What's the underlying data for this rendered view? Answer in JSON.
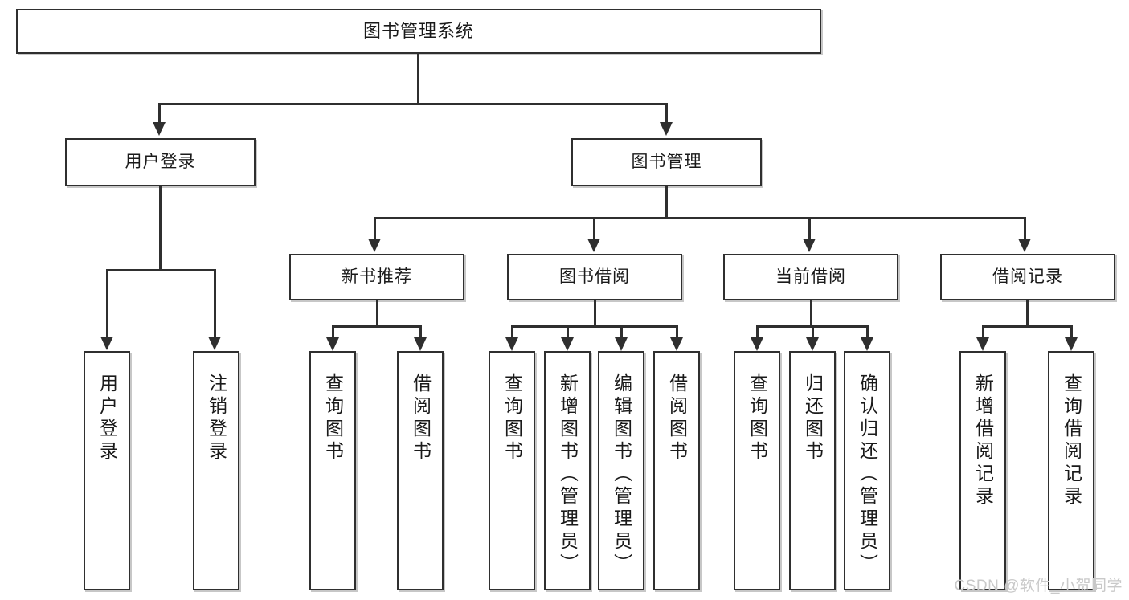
{
  "diagram": {
    "type": "tree",
    "title": "图书管理系统",
    "root": {
      "id": "root",
      "label": "图书管理系统"
    },
    "level2": [
      {
        "id": "user-login",
        "label": "用户登录"
      },
      {
        "id": "book-manage",
        "label": "图书管理"
      }
    ],
    "level3": [
      {
        "id": "new-book-rec",
        "label": "新书推荐"
      },
      {
        "id": "book-borrow",
        "label": "图书借阅"
      },
      {
        "id": "current-borrow",
        "label": "当前借阅"
      },
      {
        "id": "borrow-record",
        "label": "借阅记录"
      }
    ],
    "leaves": {
      "user_login": [
        {
          "id": "leaf-user-login",
          "label": "用户登录"
        },
        {
          "id": "leaf-logout",
          "label": "注销登录"
        }
      ],
      "new_book_rec": [
        {
          "id": "leaf-query-book-1",
          "label": "查询图书"
        },
        {
          "id": "leaf-borrow-book-1",
          "label": "借阅图书"
        }
      ],
      "book_borrow": [
        {
          "id": "leaf-query-book-2",
          "label": "查询图书"
        },
        {
          "id": "leaf-add-book",
          "label": "新增图书（管理员）"
        },
        {
          "id": "leaf-edit-book",
          "label": "编辑图书（管理员）"
        },
        {
          "id": "leaf-borrow-book-2",
          "label": "借阅图书"
        }
      ],
      "current_borrow": [
        {
          "id": "leaf-query-book-3",
          "label": "查询图书"
        },
        {
          "id": "leaf-return-book",
          "label": "归还图书"
        },
        {
          "id": "leaf-confirm-return",
          "label": "确认归还（管理员）"
        }
      ],
      "borrow_record": [
        {
          "id": "leaf-add-record",
          "label": "新增借阅记录"
        },
        {
          "id": "leaf-query-record",
          "label": "查询借阅记录"
        }
      ]
    },
    "colors": {
      "stroke": "#2f2f2f",
      "fill": "#ffffff",
      "text": "#1a1a1a",
      "watermark": "#c9c9c9"
    }
  },
  "watermark": {
    "text": "CSDN @软件_小贺同学"
  }
}
